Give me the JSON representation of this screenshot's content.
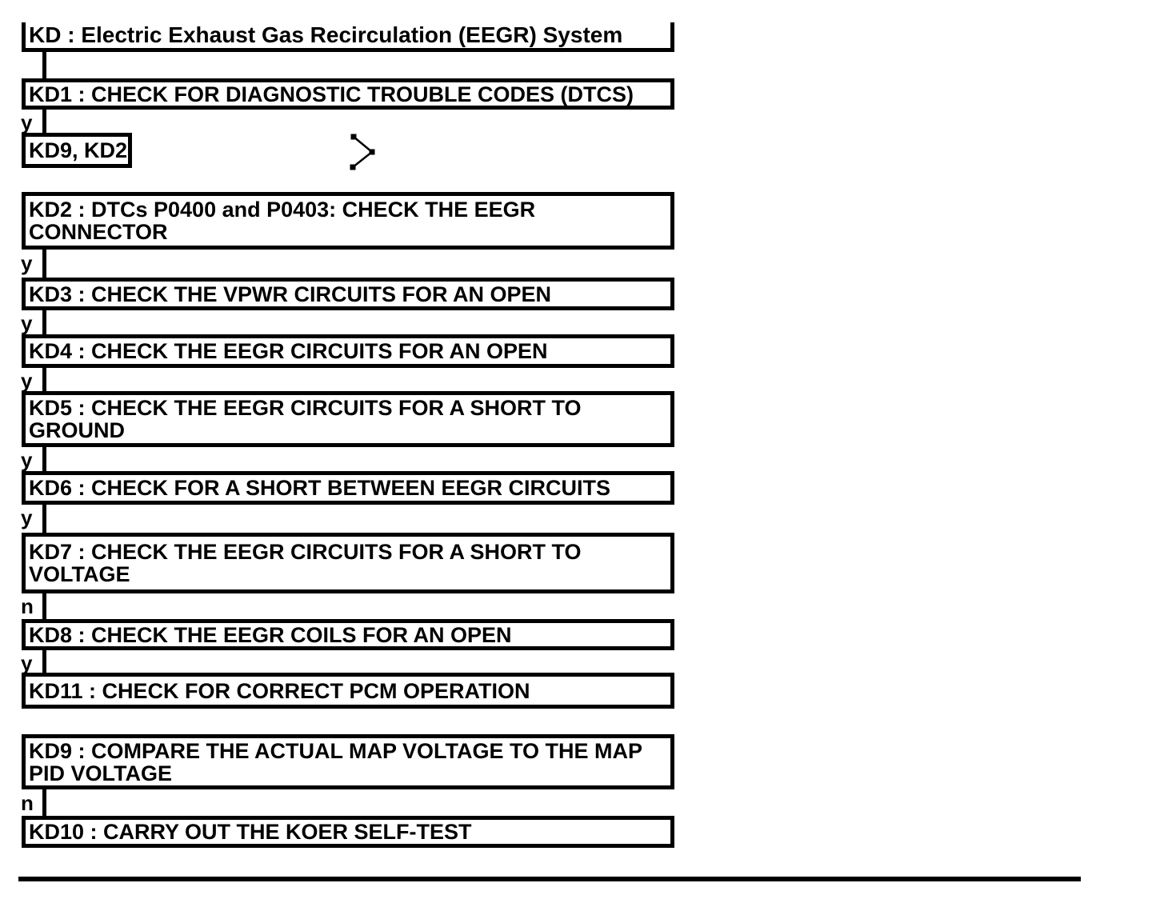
{
  "page": {
    "colors": {
      "ink": "#000000",
      "paper": "#ffffff"
    }
  },
  "flowchart": {
    "boxes": {
      "kd": {
        "lines": [
          "KD : Electric Exhaust Gas Recirculation (EEGR) System"
        ]
      },
      "kd1": {
        "lines": [
          "KD1 : CHECK FOR DIAGNOSTIC TROUBLE CODES (DTCS)"
        ]
      },
      "kd9kd2": {
        "lines": [
          "KD9, KD2"
        ]
      },
      "kd2": {
        "lines": [
          "KD2 : DTCs P0400 and P0403: CHECK THE EEGR",
          "CONNECTOR"
        ]
      },
      "kd3": {
        "lines": [
          "KD3 : CHECK THE VPWR CIRCUITS FOR AN OPEN"
        ]
      },
      "kd4": {
        "lines": [
          "KD4 : CHECK THE EEGR CIRCUITS FOR AN OPEN"
        ]
      },
      "kd5": {
        "lines": [
          "KD5 : CHECK THE EEGR CIRCUITS FOR A SHORT TO",
          "GROUND"
        ]
      },
      "kd6": {
        "lines": [
          "KD6 : CHECK FOR A SHORT BETWEEN EEGR CIRCUITS"
        ]
      },
      "kd7": {
        "lines": [
          "KD7 : CHECK THE EEGR CIRCUITS FOR A SHORT TO",
          "VOLTAGE"
        ]
      },
      "kd8": {
        "lines": [
          "KD8 : CHECK THE EEGR COILS FOR AN OPEN"
        ]
      },
      "kd11": {
        "lines": [
          "KD11 : CHECK FOR CORRECT PCM OPERATION"
        ]
      },
      "kd9": {
        "lines": [
          "KD9 : COMPARE THE ACTUAL MAP VOLTAGE TO THE MAP",
          "PID VOLTAGE"
        ]
      },
      "kd10": {
        "lines": [
          "KD10 : CARRY OUT THE KOER SELF-TEST"
        ]
      }
    },
    "connector_labels": {
      "kd1_to_kd9kd2": "y",
      "kd2_to_kd3": "y",
      "kd3_to_kd4": "y",
      "kd4_to_kd5": "y",
      "kd5_to_kd6": "y",
      "kd6_to_kd7": "y",
      "kd7_to_kd8": "n",
      "kd8_to_kd11": "y",
      "kd9_to_kd10": "n"
    }
  }
}
